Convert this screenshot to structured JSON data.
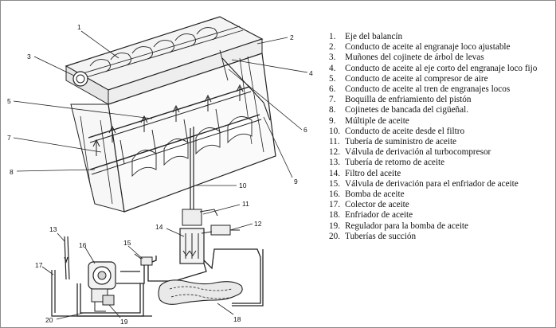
{
  "callouts": [
    "1",
    "2",
    "3",
    "4",
    "5",
    "6",
    "7",
    "8",
    "9",
    "10",
    "11",
    "12",
    "13",
    "14",
    "15",
    "16",
    "17",
    "18",
    "19",
    "20"
  ],
  "legend": [
    {
      "num": "1.",
      "text": "Eje del balancín"
    },
    {
      "num": "2.",
      "text": "Conducto de aceite al engranaje loco ajustable"
    },
    {
      "num": "3.",
      "text": "Muñones del cojinete de árbol de levas"
    },
    {
      "num": "4.",
      "text": "Conducto de aceite al eje corto del engranaje loco fijo"
    },
    {
      "num": "5.",
      "text": "Conducto de aceite al compresor de aire"
    },
    {
      "num": "6.",
      "text": "Conducto de aceite al tren de engranajes locos"
    },
    {
      "num": "7.",
      "text": "Boquilla de enfriamiento del pistón"
    },
    {
      "num": "8.",
      "text": "Cojinetes de bancada del cigüeñal."
    },
    {
      "num": "9.",
      "text": "Múltiple de aceite"
    },
    {
      "num": "10.",
      "text": "Conducto de aceite desde el filtro"
    },
    {
      "num": "11.",
      "text": "Tubería de suministro de aceite"
    },
    {
      "num": "12.",
      "text": "Válvula de derivación al turbocompresor"
    },
    {
      "num": "13.",
      "text": "Tubería de retorno de aceite"
    },
    {
      "num": "14.",
      "text": "Filtro del aceite"
    },
    {
      "num": "15.",
      "text": "Válvula de derivación para el enfriador de aceite"
    },
    {
      "num": "16.",
      "text": "Bomba de aceite"
    },
    {
      "num": "17.",
      "text": "Colector de aceite"
    },
    {
      "num": "18.",
      "text": "Enfriador de aceite"
    },
    {
      "num": "19.",
      "text": "Regulador para la bomba de aceite"
    },
    {
      "num": "20.",
      "text": "Tuberías de succión"
    }
  ]
}
